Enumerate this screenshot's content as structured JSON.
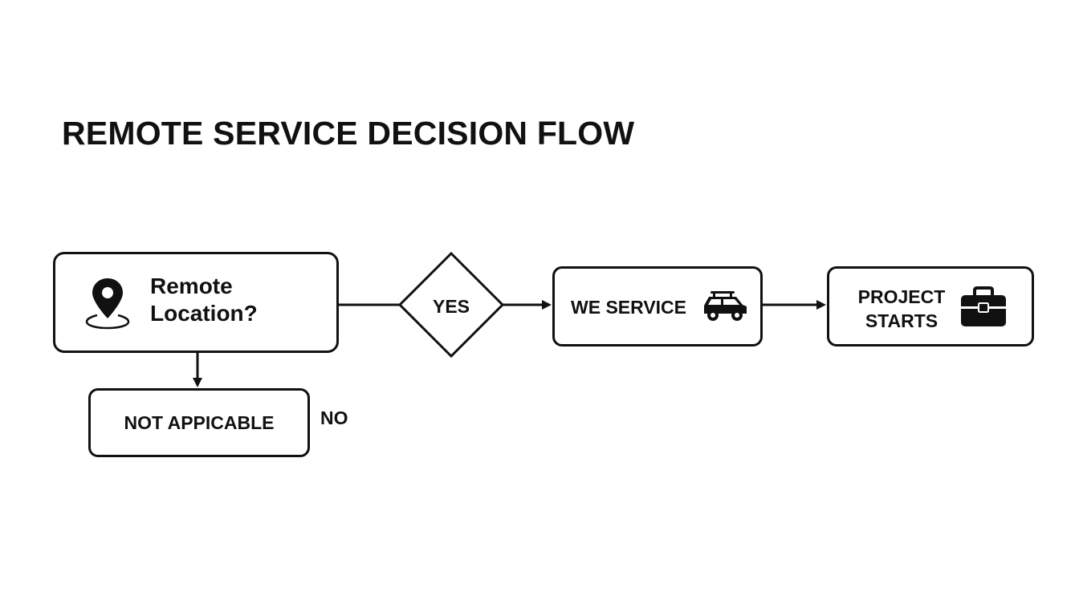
{
  "title": "REMOTE SERVICE DECISION FLOW",
  "nodes": {
    "remote_location": {
      "label_line1": "Remote",
      "label_line2": "Location?",
      "icon": "map-pin-icon"
    },
    "decision": {
      "label": "YES"
    },
    "not_applicable": {
      "label": "NOT APPICABLE"
    },
    "no_branch": {
      "label": "NO"
    },
    "we_service": {
      "label": "WE SERVICE",
      "icon": "car-icon"
    },
    "project_starts": {
      "label_line1": "PROJECT",
      "label_line2": "STARTS",
      "icon": "briefcase-icon"
    }
  },
  "colors": {
    "stroke": "#111111",
    "background": "#ffffff"
  }
}
